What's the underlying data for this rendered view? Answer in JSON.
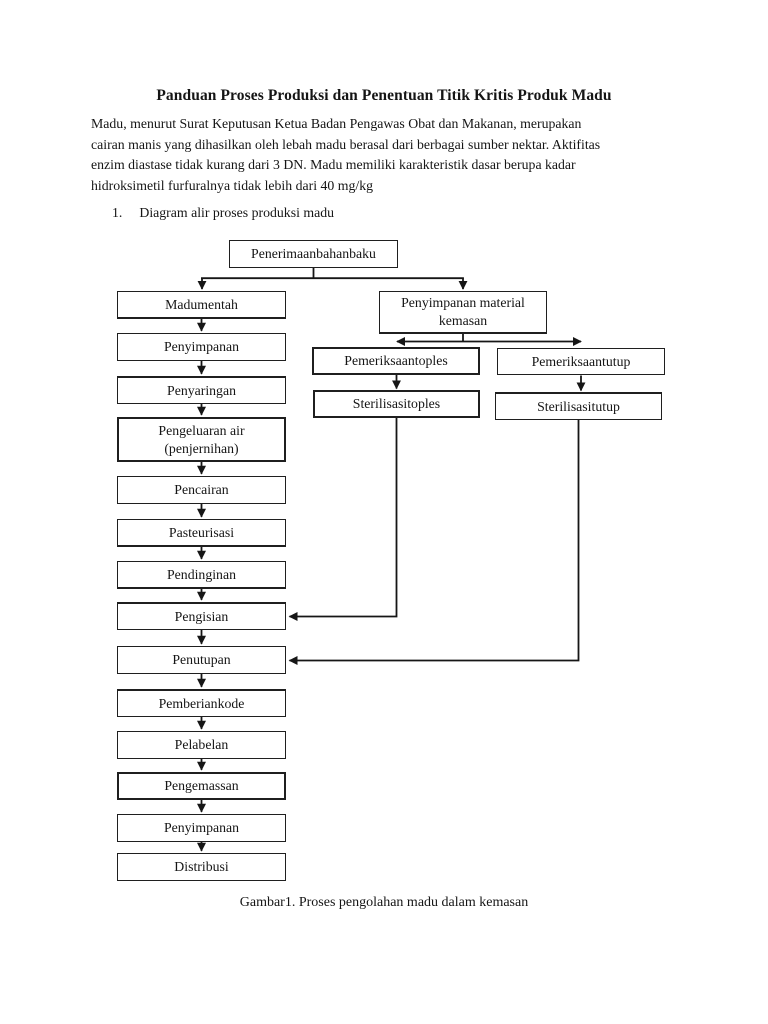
{
  "header": {
    "title": "Panduan Proses Produksi dan Penentuan Titik Kritis Produk Madu"
  },
  "intro": {
    "lines": [
      "Madu, menurut Surat Keputusan Ketua Badan Pengawas Obat dan Makanan, merupakan",
      "cairan manis yang dihasilkan oleh lebah madu berasal dari berbagai sumber nektar. Aktifitas",
      "enzim diastase tidak kurang dari 3 DN. Madu memiliki karakteristik dasar berupa kadar",
      "hidroksimetil furfuralnya tidak lebih dari 40 mg/kg"
    ]
  },
  "list": {
    "number": "1.",
    "text": "Diagram alir proses produksi madu"
  },
  "flowchart": {
    "nodes": [
      {
        "id": "penerimaan-bahan-baku",
        "label": "Penerimaanbahanbaku"
      },
      {
        "id": "madu-mentah",
        "label": "Madumentah"
      },
      {
        "id": "penyimpanan-material-kemasan",
        "label": "Penyimpanan material kemasan"
      },
      {
        "id": "penyimpanan-1",
        "label": "Penyimpanan"
      },
      {
        "id": "pemeriksaan-toples",
        "label": "Pemeriksaantoples"
      },
      {
        "id": "pemeriksaan-tutup",
        "label": "Pemeriksaantutup"
      },
      {
        "id": "penyaringan",
        "label": "Penyaringan"
      },
      {
        "id": "sterilisasi-toples",
        "label": "Sterilisasitoples"
      },
      {
        "id": "sterilisasi-tutup",
        "label": "Sterilisasitutup"
      },
      {
        "id": "pengeluaran-air",
        "label": "Pengeluaran air (penjernihan)"
      },
      {
        "id": "pencairan",
        "label": "Pencairan"
      },
      {
        "id": "pasteurisasi",
        "label": "Pasteurisasi"
      },
      {
        "id": "pendinginan",
        "label": "Pendinginan"
      },
      {
        "id": "pengisian",
        "label": "Pengisian"
      },
      {
        "id": "penutupan",
        "label": "Penutupan"
      },
      {
        "id": "pemberian-kode",
        "label": "Pemberiankode"
      },
      {
        "id": "pelabelan",
        "label": "Pelabelan"
      },
      {
        "id": "pengemassan",
        "label": "Pengemassan"
      },
      {
        "id": "penyimpanan-2",
        "label": "Penyimpanan"
      },
      {
        "id": "distribusi",
        "label": "Distribusi"
      }
    ],
    "edges": [
      {
        "from": "penerimaan-bahan-baku",
        "to": "madu-mentah"
      },
      {
        "from": "penerimaan-bahan-baku",
        "to": "penyimpanan-material-kemasan"
      },
      {
        "from": "madu-mentah",
        "to": "penyimpanan-1"
      },
      {
        "from": "penyimpanan-1",
        "to": "penyaringan"
      },
      {
        "from": "penyaringan",
        "to": "pengeluaran-air"
      },
      {
        "from": "pengeluaran-air",
        "to": "pencairan"
      },
      {
        "from": "pencairan",
        "to": "pasteurisasi"
      },
      {
        "from": "pasteurisasi",
        "to": "pendinginan"
      },
      {
        "from": "pendinginan",
        "to": "pengisian"
      },
      {
        "from": "pengisian",
        "to": "penutupan"
      },
      {
        "from": "penutupan",
        "to": "pemberian-kode"
      },
      {
        "from": "pemberian-kode",
        "to": "pelabelan"
      },
      {
        "from": "pelabelan",
        "to": "pengemassan"
      },
      {
        "from": "pengemassan",
        "to": "penyimpanan-2"
      },
      {
        "from": "penyimpanan-2",
        "to": "distribusi"
      },
      {
        "from": "penyimpanan-material-kemasan",
        "to": "pemeriksaan-toples"
      },
      {
        "from": "penyimpanan-material-kemasan",
        "to": "pemeriksaan-tutup"
      },
      {
        "from": "pemeriksaan-toples",
        "to": "sterilisasi-toples"
      },
      {
        "from": "pemeriksaan-tutup",
        "to": "sterilisasi-tutup"
      },
      {
        "from": "sterilisasi-toples",
        "to": "pengisian"
      },
      {
        "from": "sterilisasi-tutup",
        "to": "penutupan"
      }
    ]
  },
  "figure": {
    "caption": "Gambar1. Proses pengolahan madu dalam kemasan"
  },
  "colors": {
    "ink": "#151515",
    "box_border": "#1f1f1f",
    "connector": "#161616",
    "page_bg": "#ffffff"
  }
}
